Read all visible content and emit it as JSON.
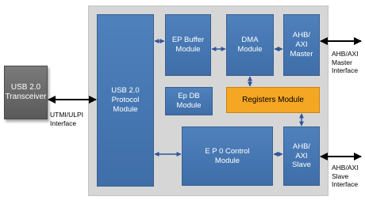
{
  "transceiver": {
    "label": "USB 2.0\nTransceiver"
  },
  "modules": {
    "protocol": "USB 2.0\nProtocol\nModule",
    "ep_buffer": "EP Buffer\nModule",
    "dma": "DMA\nModule",
    "master": "AHB/\nAXI\nMaster",
    "ep_db": "Ep DB\nModule",
    "registers": "Registers Module",
    "ep0_control": "E P 0 Control\nModule",
    "slave": "AHB/\nAXI\nSlave"
  },
  "labels": {
    "utmi": "UTMI/ULPI\nInterface",
    "master_interface": "AHB/AXI\nMaster\nInterface",
    "slave_interface": "AHB/AXI\nSlave\nInterface"
  },
  "colors": {
    "module_blue": "#4f81bd",
    "registers_orange": "#f5a623",
    "transceiver_gray": "#6b6b6b",
    "background_gray": "#d6d6d6",
    "connector_blue": "#2f5597"
  }
}
